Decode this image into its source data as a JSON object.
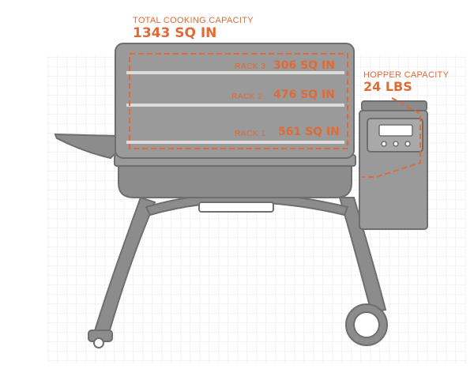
{
  "colors": {
    "accent": "#e06a35",
    "grill": "#8c8c8c",
    "grill_dark": "#6e6e6e",
    "grill_light": "#a9a9a9",
    "grid": "#e2e2e2"
  },
  "total_capacity": {
    "label": "TOTAL COOKING CAPACITY",
    "value": "1343 SQ IN"
  },
  "hopper_capacity": {
    "label": "HOPPER CAPACITY",
    "value": "24 LBS"
  },
  "racks": [
    {
      "label": "RACK 3",
      "value": "306 SQ IN"
    },
    {
      "label": "RACK 2",
      "value": "476 SQ IN"
    },
    {
      "label": "RACK 1",
      "value": "561 SQ IN"
    }
  ],
  "icons": {
    "grill": "pellet-grill-illustration",
    "controller": "controller-panel-icon",
    "wheel": "wheel-icon"
  }
}
